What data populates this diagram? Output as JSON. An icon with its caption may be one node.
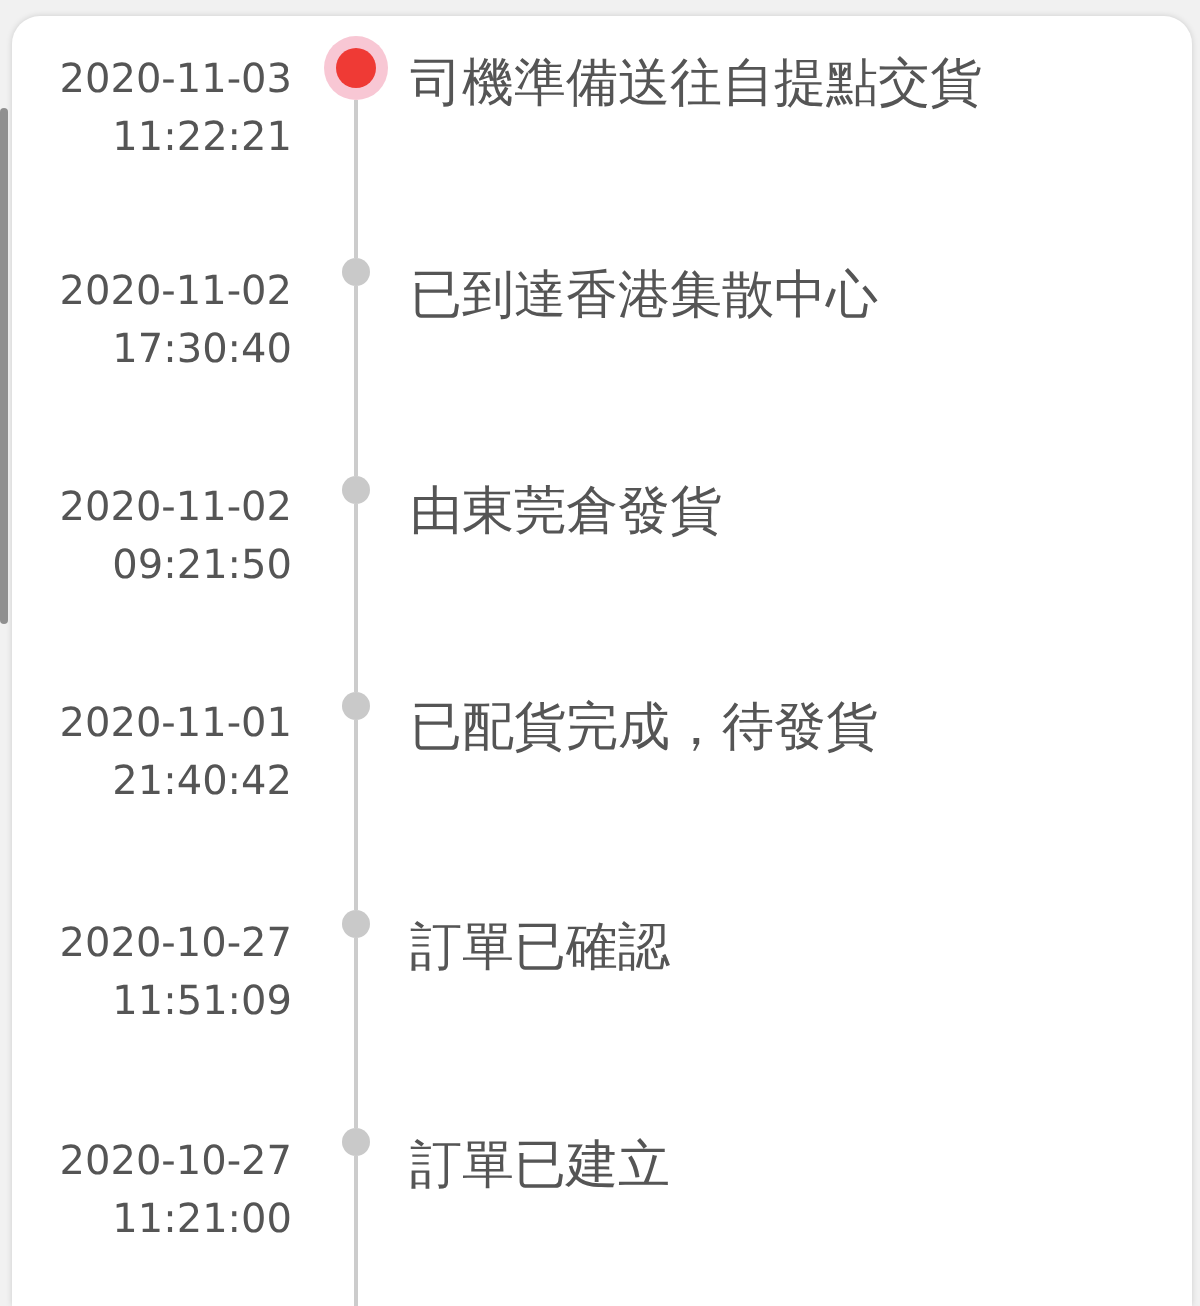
{
  "diagram": {
    "nodes": [
      {
        "text": [],
        "shape": "circle",
        "beside": [
          "2020-11-03 11:22:21",
          "司機準備送往自提點交貨"
        ]
      },
      {
        "text": [],
        "shape": "circle",
        "beside": [
          "2020-11-02 17:30:40",
          "已到達香港集散中心"
        ]
      },
      {
        "text": [],
        "shape": "circle",
        "beside": [
          "2020-11-02 09:21:50",
          "由東莞倉發貨"
        ]
      },
      {
        "text": [],
        "shape": "circle",
        "beside": [
          "2020-11-01 21:40:42",
          "已配貨完成，待發貨"
        ]
      },
      {
        "text": [],
        "shape": "circle",
        "beside": [
          "2020-10-27 11:51:09",
          "訂單已確認"
        ]
      },
      {
        "text": [],
        "shape": "circle",
        "beside": [
          "2020-10-27 11:21:00",
          "訂單已建立"
        ]
      }
    ],
    "edges": [
      {
        "from": 0,
        "to": 1,
        "arrow": "none"
      },
      {
        "from": 1,
        "to": 2,
        "arrow": "none"
      },
      {
        "from": 2,
        "to": 3,
        "arrow": "none"
      },
      {
        "from": 3,
        "to": 4,
        "arrow": "none"
      },
      {
        "from": 4,
        "to": 5,
        "arrow": "none"
      },
      {
        "from": 5,
        "to": null,
        "arrow": "none"
      }
    ]
  }
}
